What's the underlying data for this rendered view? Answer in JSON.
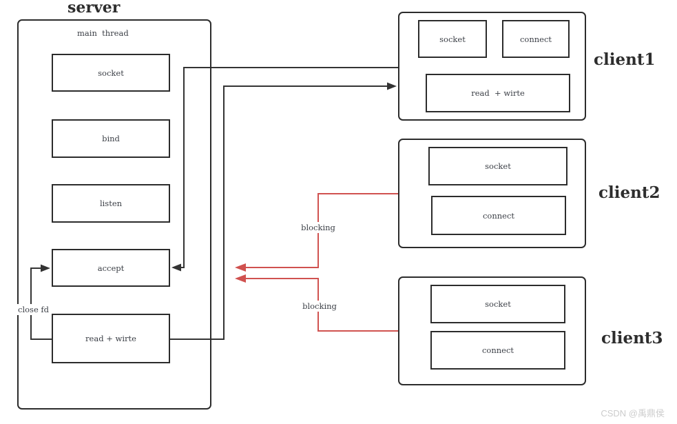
{
  "colors": {
    "line": "#333333",
    "blocking": "#d0514f",
    "watermark": "#cccccc"
  },
  "server": {
    "title": "server",
    "thread_label": "main  thread",
    "steps": [
      "socket",
      "bind",
      "listen",
      "accept",
      "read + wirte"
    ],
    "close_fd_label": "close fd"
  },
  "clients": [
    {
      "name": "client1",
      "socket": "socket",
      "connect": "connect",
      "read_write": "read  + wirte"
    },
    {
      "name": "client2",
      "socket": "socket",
      "connect": "connect"
    },
    {
      "name": "client3",
      "socket": "socket",
      "connect": "connect"
    }
  ],
  "annotations": {
    "blocking1": "blocking",
    "blocking2": "blocking"
  },
  "watermark": "CSDN @禹鼎侯"
}
